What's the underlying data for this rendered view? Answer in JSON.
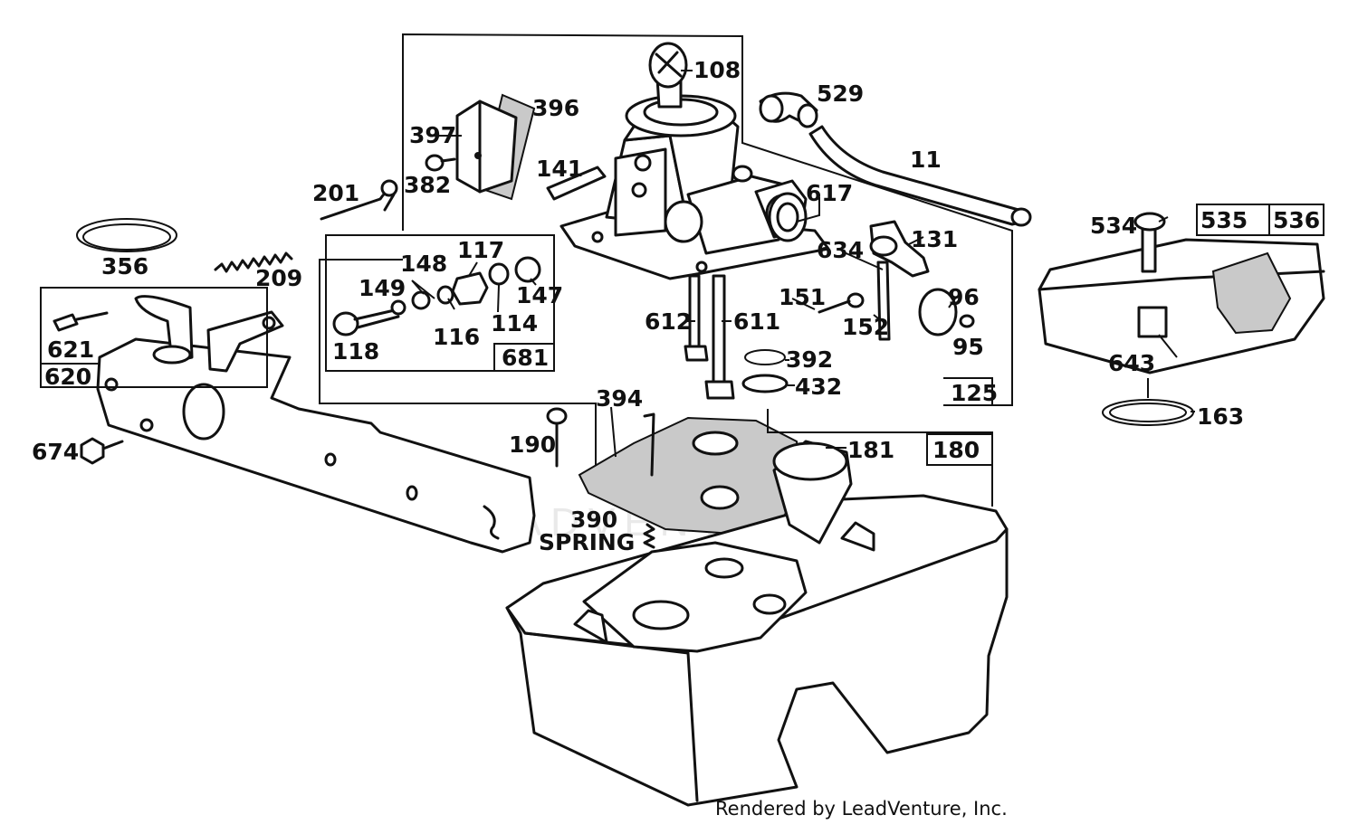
{
  "watermark": "LEADVENTURE",
  "footer": "Rendered by LeadVenture, Inc.",
  "labels": {
    "l108": "108",
    "l529": "529",
    "l396": "396",
    "l397": "397",
    "l141": "141",
    "l11": "11",
    "l201": "201",
    "l382": "382",
    "l617": "617",
    "l534": "534",
    "l535": "535",
    "l536": "536",
    "l356": "356",
    "l209": "209",
    "l148": "148",
    "l117": "117",
    "l149": "149",
    "l147": "147",
    "l634": "634",
    "l131": "131",
    "l151": "151",
    "l96": "96",
    "l612": "612",
    "l611": "611",
    "l621": "621",
    "l118": "118",
    "l116": "116",
    "l114": "114",
    "l152": "152",
    "l95": "95",
    "l643": "643",
    "l681": "681",
    "l620": "620",
    "l392": "392",
    "l432": "432",
    "l125": "125",
    "l163": "163",
    "l394": "394",
    "l190": "190",
    "l181": "181",
    "l180": "180",
    "l674": "674",
    "l390": "390",
    "spring": "SPRING"
  }
}
